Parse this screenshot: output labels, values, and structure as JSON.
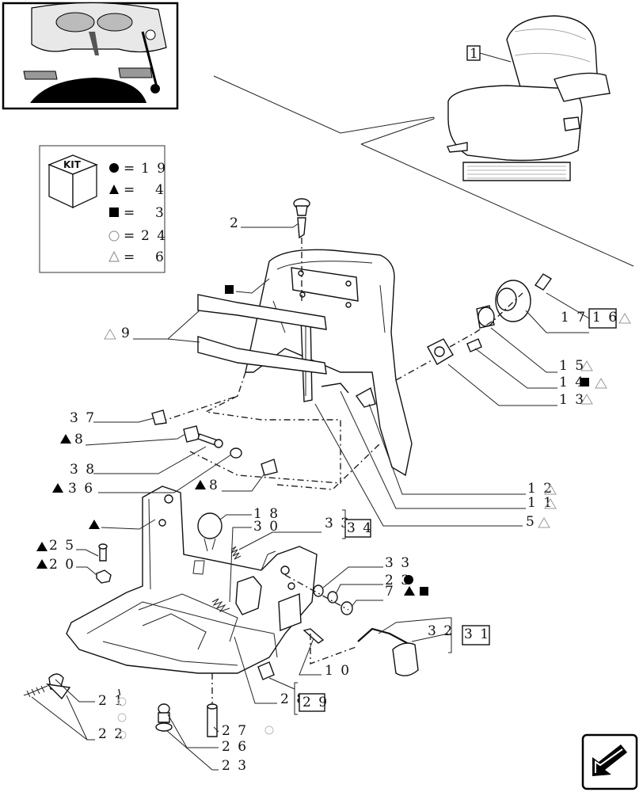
{
  "diagram": {
    "legend": {
      "kit_label": "KIT",
      "rows": [
        {
          "symbol": "circle-filled",
          "value": "1 9"
        },
        {
          "symbol": "triangle-filled",
          "value": "4"
        },
        {
          "symbol": "square-filled",
          "value": "3"
        },
        {
          "symbol": "circle-outline",
          "value": "2 4"
        },
        {
          "symbol": "triangle-outline",
          "value": "6"
        }
      ],
      "equals": "="
    },
    "callouts": {
      "c1": "1",
      "c2": "2",
      "c9": "9",
      "c37": "3 7",
      "c8a": "8",
      "c38": "3 8",
      "c36": "3 6",
      "c8b": "8",
      "c17": "1 7",
      "c16": "1 6",
      "c15": "1 5",
      "c14": "1 4",
      "c13": "1 3",
      "c12": "1 2",
      "c11": "1 1",
      "c5": "5",
      "c18": "1 8",
      "c30": "3 0",
      "c33a": "3 3",
      "c34": "3 4",
      "c25": "2 5",
      "c20": "2 0",
      "c33b": "3 3",
      "c23a": "2 3",
      "c7": "7",
      "c32": "3 2",
      "c31": "3 1",
      "c10": "1 0",
      "c28": "2 8",
      "c29": "2 9",
      "c21": "2 1",
      "c22": "2 2",
      "c27": "2 7",
      "c26": "2 6",
      "c23b": "2 3"
    }
  }
}
